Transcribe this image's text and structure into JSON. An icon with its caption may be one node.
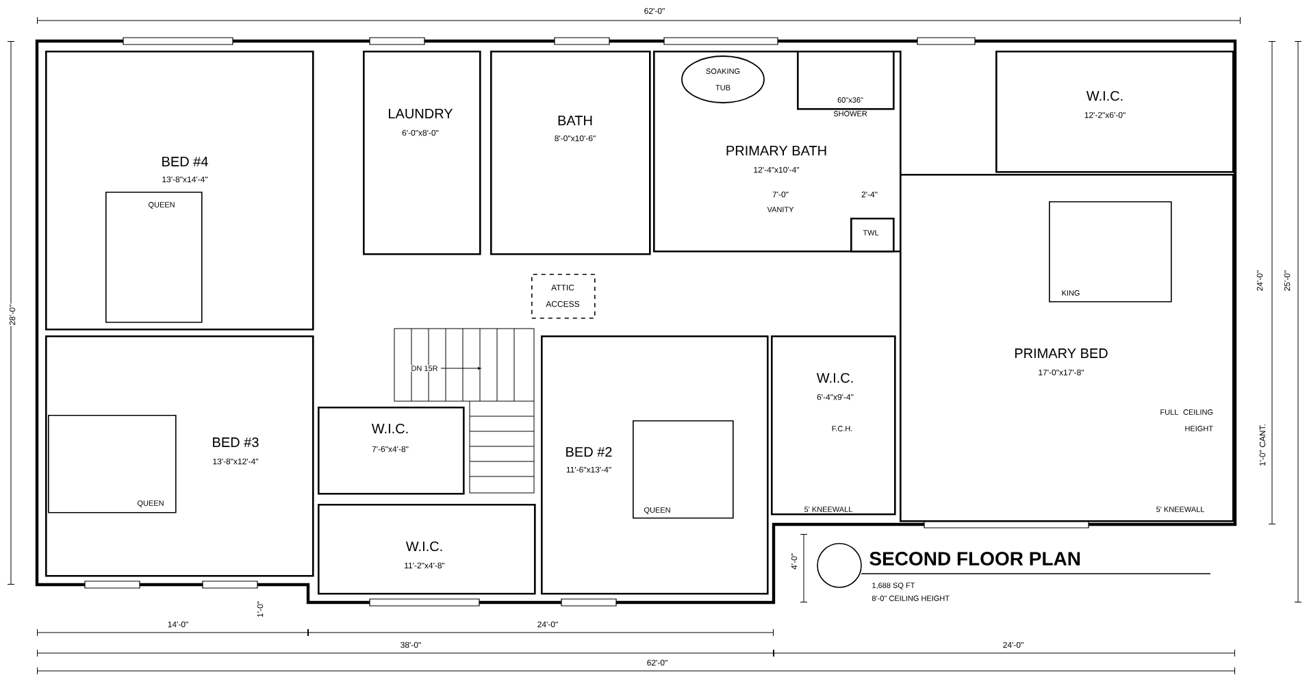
{
  "diagram": {
    "title": "SECOND FLOOR PLAN",
    "nodes": [
      {
        "text": [
          "BED #4",
          "13'-8\"x14'-4\""
        ]
      },
      {
        "text": [
          "QUEEN"
        ],
        "in": 0
      },
      {
        "text": [
          "LAUNDRY",
          "6'-0\"x8'-0\""
        ]
      },
      {
        "text": [
          "BATH",
          "8'-0\"x10'-6\""
        ]
      },
      {
        "text": [
          "PRIMARY BATH",
          "12'-4\"x10'-4\""
        ]
      },
      {
        "text": [
          "SOAKING TUB"
        ],
        "in": 4
      },
      {
        "text": [
          "60\"x36\"",
          "SHOWER"
        ],
        "in": 4
      },
      {
        "text": [
          "TWL"
        ],
        "in": 4
      },
      {
        "text": [
          "W.I.C.",
          "12'-2\"x6'-0\""
        ]
      },
      {
        "text": [
          "PRIMARY BED",
          "17'-0\"x17'-8\""
        ]
      },
      {
        "text": [
          "KING"
        ],
        "in": 9
      },
      {
        "text": [
          "ATTIC ACCESS"
        ]
      },
      {
        "text": [
          "BED #3",
          "13'-8\"x12'-4\""
        ]
      },
      {
        "text": [
          "QUEEN"
        ],
        "in": 12
      },
      {
        "text": [
          "W.I.C.",
          "7'-6\"x4'-8\""
        ]
      },
      {
        "text": [
          "W.I.C.",
          "11'-2\"x4'-8\""
        ]
      },
      {
        "text": [
          "BED #2",
          "11'-6\"x13'-4\""
        ]
      },
      {
        "text": [
          "QUEEN"
        ],
        "in": 16
      },
      {
        "text": [
          "W.I.C.",
          "6'-4\"x9'-4\""
        ]
      }
    ],
    "labels": [
      "62'-0\"",
      "28'-0\"",
      "24'-0\"",
      "25'-0\"",
      "1'-0\" CANT.",
      "DN 15R",
      "7'-0\"",
      "2'-4\"",
      "VANITY",
      "F.C.H.",
      "FULL CEILING HEIGHT",
      "5' KNEEWALL",
      "5' KNEEWALL",
      "4'-0\"",
      "1,688 SQ FT",
      "8'-0\" CEILING HEIGHT",
      "1'-0\"",
      "14'-0\"",
      "24'-0\"",
      "38'-0\"",
      "24'-0\"",
      "62'-0\""
    ]
  }
}
